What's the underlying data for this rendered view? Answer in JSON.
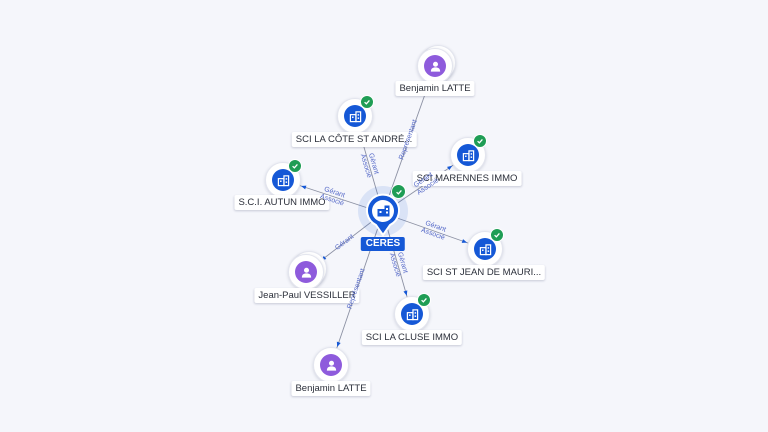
{
  "center": {
    "label": "CERES",
    "icon": "company-building-icon",
    "verified": true
  },
  "nodes": [
    {
      "id": "benjamin-top",
      "label": "Benjamin LATTE",
      "kind": "person",
      "icon": "person-icon",
      "verified": false,
      "stacked": true
    },
    {
      "id": "sci-cote",
      "label": "SCI LA CÔTE ST ANDRÉ...",
      "kind": "company",
      "icon": "company-building-icon",
      "verified": true,
      "stacked": false
    },
    {
      "id": "sci-marennes",
      "label": "SCI MARENNES IMMO",
      "kind": "company",
      "icon": "company-building-icon",
      "verified": true,
      "stacked": false
    },
    {
      "id": "sci-autun",
      "label": "S.C.I. AUTUN IMMO",
      "kind": "company",
      "icon": "company-building-icon",
      "verified": true,
      "stacked": false
    },
    {
      "id": "sci-st-jean",
      "label": "SCI ST JEAN DE MAURI...",
      "kind": "company",
      "icon": "company-building-icon",
      "verified": true,
      "stacked": false
    },
    {
      "id": "jean-paul",
      "label": "Jean-Paul VESSILLER",
      "kind": "person",
      "icon": "person-icon",
      "verified": false,
      "stacked": true
    },
    {
      "id": "sci-cluse",
      "label": "SCI LA CLUSE IMMO",
      "kind": "company",
      "icon": "company-building-icon",
      "verified": true,
      "stacked": false
    },
    {
      "id": "benjamin-bottom",
      "label": "Benjamin LATTE",
      "kind": "person",
      "icon": "person-icon",
      "verified": false,
      "stacked": false
    }
  ],
  "edges": [
    {
      "from": "center",
      "to": "sci-cote",
      "labels": [
        "Gérant",
        "Associé"
      ]
    },
    {
      "from": "center",
      "to": "benjamin-top",
      "labels": [
        "Représentant"
      ]
    },
    {
      "from": "center",
      "to": "sci-marennes",
      "labels": [
        "Gérant",
        "Associé"
      ]
    },
    {
      "from": "center",
      "to": "sci-autun",
      "labels": [
        "Gérant",
        "Associé"
      ]
    },
    {
      "from": "center",
      "to": "sci-st-jean",
      "labels": [
        "Gérant",
        "Associé"
      ]
    },
    {
      "from": "center",
      "to": "jean-paul",
      "labels": [
        "Gérant"
      ]
    },
    {
      "from": "center",
      "to": "sci-cluse",
      "labels": [
        "Gérant",
        "Associé"
      ]
    },
    {
      "from": "center",
      "to": "benjamin-bottom",
      "labels": [
        "Représentant"
      ]
    }
  ],
  "colors": {
    "company": "#1558d6",
    "person": "#8e5bdc",
    "verified": "#1f9d55",
    "edge": "#8c91a3",
    "edge_text": "#5468c8"
  }
}
